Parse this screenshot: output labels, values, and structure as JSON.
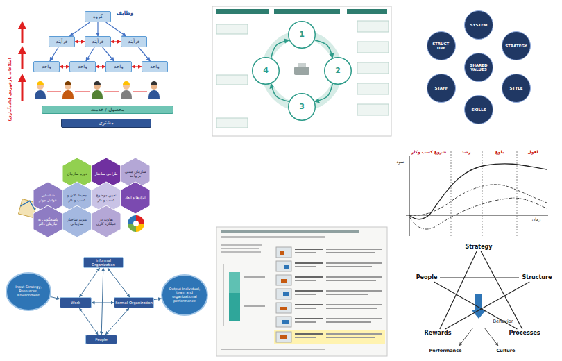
{
  "diagram": {
    "nodes": [
      {
        "text": [
          "گروه"
        ]
      },
      {
        "text": [
          "فرآیند"
        ]
      },
      {
        "text": [
          "فرآیند"
        ]
      },
      {
        "text": [
          "فرآیند"
        ]
      },
      {
        "text": [
          "واحد"
        ]
      },
      {
        "text": [
          "واحد"
        ]
      },
      {
        "text": [
          "واحد"
        ]
      },
      {
        "text": [
          "واحد"
        ]
      },
      {
        "text": [
          "محصول / خدمت"
        ]
      },
      {
        "text": [
          "مشتری"
        ]
      },
      {
        "text": [
          "1"
        ]
      },
      {
        "text": [
          "2"
        ]
      },
      {
        "text": [
          "3"
        ]
      },
      {
        "text": [
          "4"
        ]
      },
      {
        "text": [
          "SYSTEM"
        ]
      },
      {
        "text": [
          "STRUCT- URE"
        ]
      },
      {
        "text": [
          "SHARED VALUES"
        ]
      },
      {
        "text": [
          "STRATEGY"
        ]
      },
      {
        "text": [
          "STAFF"
        ]
      },
      {
        "text": [
          "STYLE"
        ]
      },
      {
        "text": [
          "SKILLS"
        ]
      },
      {
        "text": [
          "دوره سازمان"
        ]
      },
      {
        "text": [
          "طراحی ساختار"
        ]
      },
      {
        "text": [
          "سازمان مبتنی بر واحد"
        ]
      },
      {
        "text": [
          "شناسایی عوامل موثر"
        ]
      },
      {
        "text": [
          "محیط کلان و کسب و کار"
        ]
      },
      {
        "text": [
          "تعیین موضوع کسب و کار"
        ]
      },
      {
        "text": [
          "ابزارها و ابعاد"
        ]
      },
      {
        "text": [
          "پاسخگویی به نیازهای دائم"
        ]
      },
      {
        "text": [
          "تقویم ساختار سازمانی"
        ]
      },
      {
        "text": [
          "تفاوت در عملکرد کاری"
        ]
      },
      {
        "text": [
          "Input Strategy, Resources, Environment"
        ]
      },
      {
        "text": [
          "Informal Organization"
        ]
      },
      {
        "text": [
          "Work"
        ]
      },
      {
        "text": [
          "Formal Organization"
        ]
      },
      {
        "text": [
          "People"
        ]
      },
      {
        "text": [
          "Output Individual, team and organizational performance"
        ]
      },
      {
        "text": [
          "Strategy"
        ]
      },
      {
        "text": [
          "People"
        ]
      },
      {
        "text": [
          "Structure"
        ]
      },
      {
        "text": [
          "Rewards"
        ]
      },
      {
        "text": [
          "Processes"
        ]
      }
    ],
    "edges": [
      {
        "from": 0,
        "to": 1,
        "arrow": "to"
      },
      {
        "from": 0,
        "to": 2,
        "arrow": "to"
      },
      {
        "from": 0,
        "to": 3,
        "arrow": "to"
      },
      {
        "from": 1,
        "to": 2,
        "arrow": "both"
      },
      {
        "from": 2,
        "to": 3,
        "arrow": "both"
      },
      {
        "from": 1,
        "to": 4,
        "arrow": "to"
      },
      {
        "from": 2,
        "to": 5,
        "arrow": "to"
      },
      {
        "from": 2,
        "to": 6,
        "arrow": "to"
      },
      {
        "from": 3,
        "to": 7,
        "arrow": "to"
      },
      {
        "from": 4,
        "to": 5,
        "arrow": "both"
      },
      {
        "from": 5,
        "to": 6,
        "arrow": "both"
      },
      {
        "from": 6,
        "to": 7,
        "arrow": "both"
      },
      {
        "from": 10,
        "to": 11,
        "arrow": "to"
      },
      {
        "from": 11,
        "to": 12,
        "arrow": "to"
      },
      {
        "from": 12,
        "to": 13,
        "arrow": "to"
      },
      {
        "from": 13,
        "to": 10,
        "arrow": "to"
      },
      {
        "from": 31,
        "to": 33,
        "arrow": "to"
      },
      {
        "from": 33,
        "to": 32,
        "arrow": "both"
      },
      {
        "from": 33,
        "to": 35,
        "arrow": "both"
      },
      {
        "from": 33,
        "to": 34,
        "arrow": "both"
      },
      {
        "from": 32,
        "to": 34,
        "arrow": "both"
      },
      {
        "from": 35,
        "to": 34,
        "arrow": "both"
      },
      {
        "from": 32,
        "to": 35,
        "arrow": "both"
      },
      {
        "from": 34,
        "to": 36,
        "arrow": "to"
      },
      {
        "from": 37,
        "to": 40,
        "arrow": "none"
      },
      {
        "from": 37,
        "to": 41,
        "arrow": "none"
      },
      {
        "from": 38,
        "to": 39,
        "arrow": "none"
      },
      {
        "from": 38,
        "to": 41,
        "arrow": "none"
      },
      {
        "from": 39,
        "to": 40,
        "arrow": "none"
      }
    ],
    "labels": [
      "وظایف",
      "اطلاعات بازخوردی (داده‌آماری)",
      "شروع کسب وکار",
      "رشد",
      "بلوغ",
      "افول",
      "سود",
      "زمان",
      "Behavior",
      "Performance",
      "Culture"
    ]
  }
}
